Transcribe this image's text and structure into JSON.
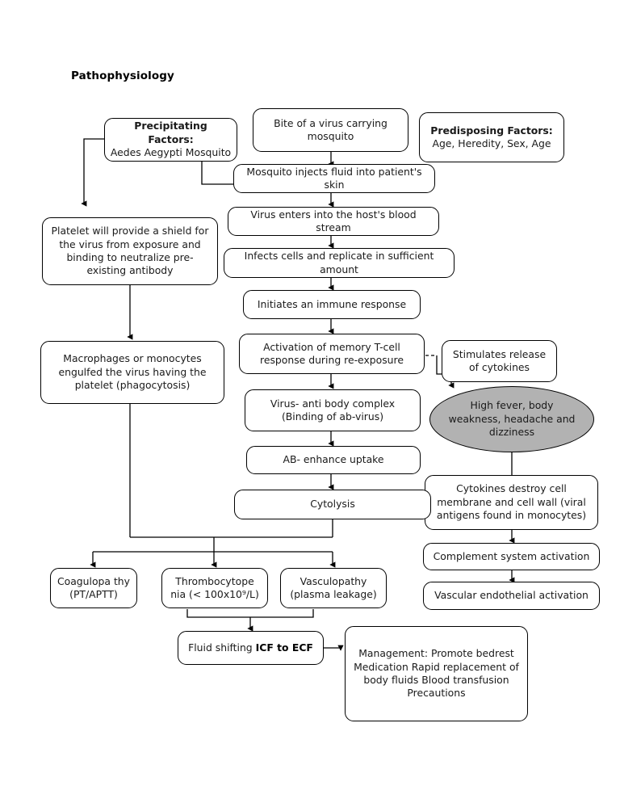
{
  "title": "Pathophysiology",
  "colors": {
    "stroke": "#000000",
    "text": "#1a1a1a",
    "ellipse_fill": "#b2b2b2",
    "background": "#ffffff"
  },
  "nodes": {
    "precipitating_factors": {
      "heading": "Precipitating Factors:",
      "body": "Aedes Aegypti Mosquito"
    },
    "mosquito_bite": "Bite of a virus carrying mosquito",
    "predisposing_factors": {
      "heading": "Predisposing Factors:",
      "body": "Age, Heredity, Sex, Age"
    },
    "mosquito_injects": "Mosquito injects fluid into patient's skin",
    "virus_enters": "Virus enters into the host's blood stream",
    "infects_cells": "Infects cells and replicate in sufficient amount",
    "immune_response": "Initiates an immune response",
    "platelet_shield": "Platelet will provide a shield for the virus from exposure and binding to neutralize pre-existing antibody",
    "macrophages": "Macrophages or monocytes engulfed the virus having the platelet (phagocytosis)",
    "tcell_activation": "Activation of memory T-cell response during re-exposure",
    "stimulates_cytokines": "Stimulates release of cytokines",
    "virus_antibody_complex": "Virus- anti body complex (Binding of ab-virus)",
    "high_fever": "High fever, body weakness, headache and dizziness",
    "ab_enhance_uptake": "AB- enhance uptake",
    "cytokines_destroy": "Cytokines destroy cell membrane and cell wall (viral antigens found in monocytes)",
    "cytolysis": "Cytolysis",
    "complement_system": "Complement system activation",
    "vascular_endothelial": "Vascular endothelial activation",
    "coagulopathy": "Coagulopa thy (PT/APTT)",
    "thrombocytopenia": "Thrombocytope nia (< 100x10⁹/L)",
    "vasculopathy": "Vasculopathy (plasma leakage)",
    "fluid_shifting_pre": "Fluid shifting ",
    "fluid_shifting_bold": "ICF to ECF",
    "management": "Management: Promote bedrest Medication Rapid replacement of body fluids Blood transfusion Precautions"
  }
}
